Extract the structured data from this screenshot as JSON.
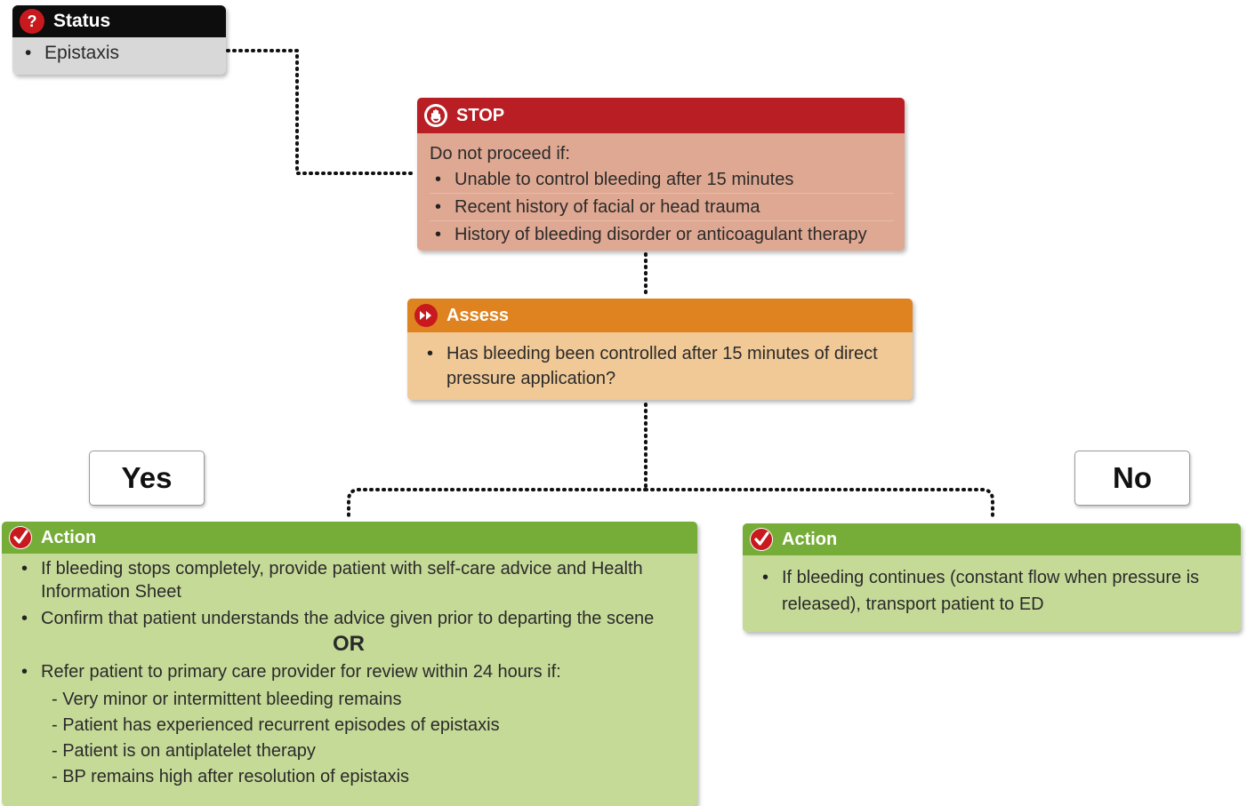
{
  "status": {
    "title": "Status",
    "icon": "question-icon",
    "items": [
      "Epistaxis"
    ]
  },
  "stop": {
    "title": "STOP",
    "icon": "hand-stop-icon",
    "intro": "Do not proceed if:",
    "items": [
      "Unable to control bleeding after 15 minutes",
      "Recent history of facial or head trauma",
      "History of bleeding disorder or anticoagulant therapy"
    ]
  },
  "assess": {
    "title": "Assess",
    "icon": "fast-forward-icon",
    "items": [
      "Has bleeding been controlled after 15 minutes of direct pressure application?"
    ]
  },
  "yes_label": "Yes",
  "no_label": "No",
  "action_yes": {
    "title": "Action",
    "icon": "checkmark-icon",
    "items": [
      "If bleeding stops completely, provide patient with self-care advice and Health Information Sheet",
      "Confirm that patient understands the advice given prior to departing the scene"
    ],
    "or_label": "OR",
    "refer": "Refer patient to primary care provider for review within 24 hours if:",
    "sub_items": [
      "- Very minor or intermittent bleeding remains",
      "- Patient has experienced recurrent episodes of epistaxis",
      "- Patient is on antiplatelet therapy",
      "- BP remains high after resolution of epistaxis"
    ]
  },
  "action_no": {
    "title": "Action",
    "icon": "checkmark-icon",
    "items": [
      "If bleeding continues (constant flow when pressure is released), transport patient to ED"
    ]
  },
  "colors": {
    "status_header": "#0d0d0d",
    "stop_header": "#b81e23",
    "stop_body": "#dfa892",
    "assess_header": "#df8320",
    "assess_body": "#f0c997",
    "action_header": "#76ad39",
    "action_body": "#c6da98",
    "icon_red": "#c8191e"
  }
}
